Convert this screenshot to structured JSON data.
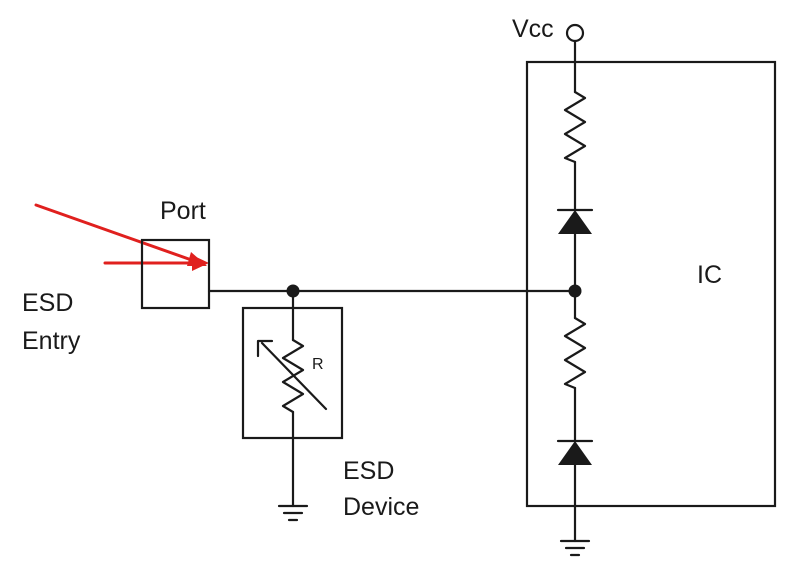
{
  "labels": {
    "port": "Port",
    "esd_entry_line1": "ESD",
    "esd_entry_line2": "Entry",
    "esd_device_line1": "ESD",
    "esd_device_line2": "Device",
    "resistor": "R",
    "vcc": "Vcc",
    "ic": "IC"
  },
  "colors": {
    "wire": "#1a1a1a",
    "esd_arrow": "#e0201e",
    "background": "#ffffff"
  }
}
